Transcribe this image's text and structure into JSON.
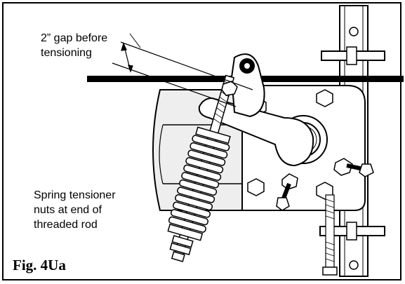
{
  "callouts": {
    "gap": {
      "line1": "2” gap before",
      "line2": "tensioning"
    },
    "spring": {
      "line1": "Spring tensioner",
      "line2": "nuts at end of",
      "line3": "threaded rod"
    }
  },
  "figure": {
    "caption": "Fig. 4Ua"
  },
  "colors": {
    "ink": "#000000",
    "paper": "#ffffff",
    "shade": "#e6e6e6"
  }
}
